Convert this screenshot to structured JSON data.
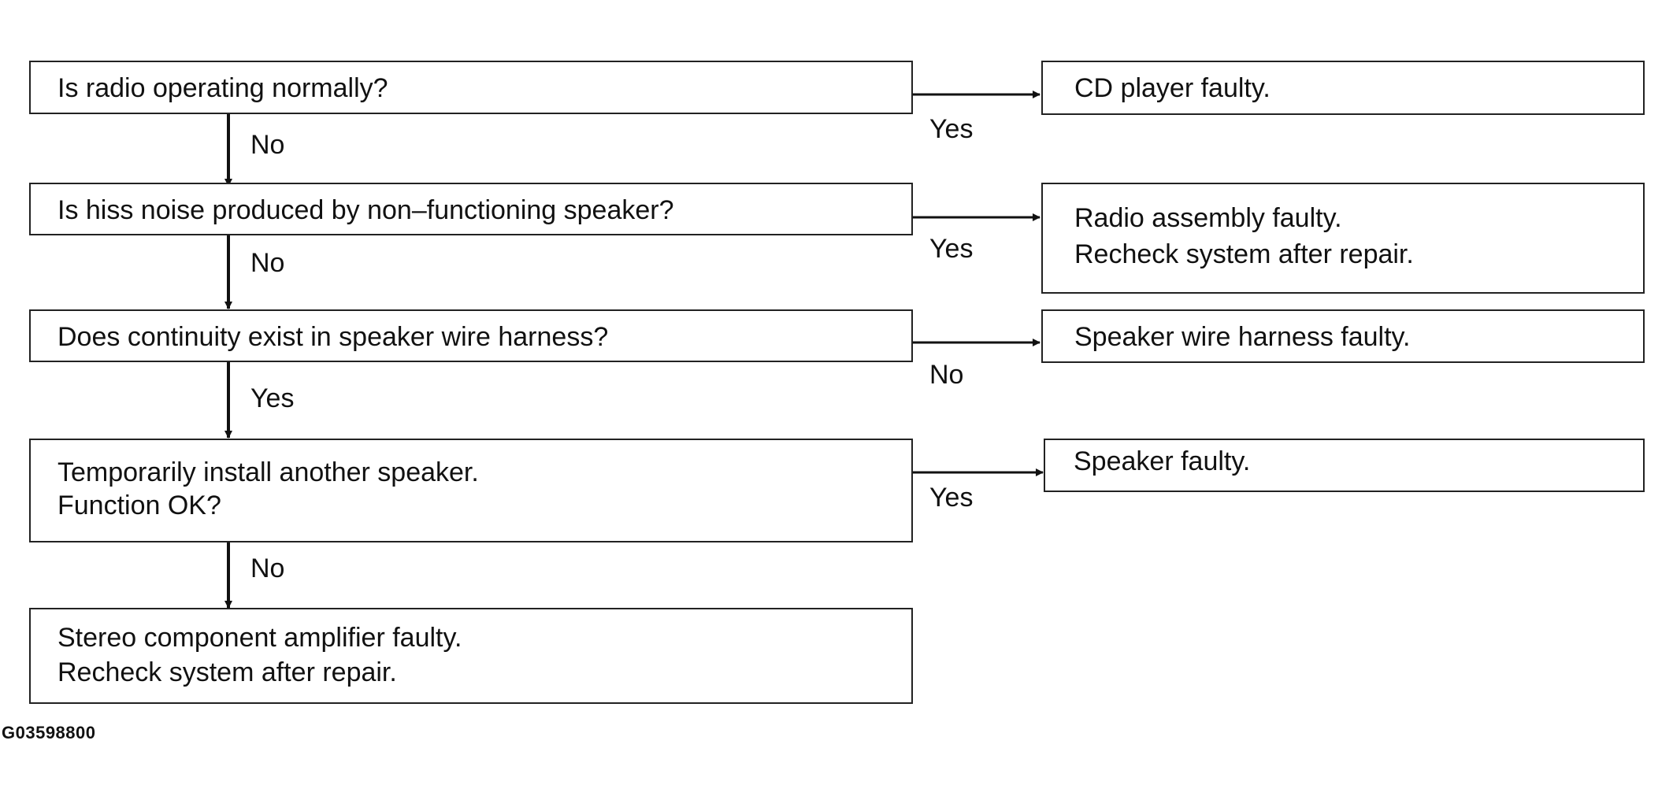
{
  "diagram_data": {
    "questions": [
      {
        "lines": [
          "Is radio operating normally?"
        ]
      },
      {
        "lines": [
          "Is hiss noise produced by non–functioning speaker?"
        ]
      },
      {
        "lines": [
          "Does continuity exist in speaker wire harness?"
        ]
      },
      {
        "lines": [
          "Temporarily install another speaker.",
          "Function OK?"
        ]
      }
    ],
    "final_result": {
      "lines": [
        "Stereo component amplifier faulty.",
        "Recheck system after repair."
      ]
    },
    "results": [
      {
        "lines": [
          "CD player faulty."
        ]
      },
      {
        "lines": [
          "Radio assembly faulty.",
          "Recheck system after repair."
        ]
      },
      {
        "lines": [
          "Speaker wire harness faulty."
        ]
      },
      {
        "lines": [
          "Speaker faulty."
        ]
      }
    ],
    "side_branch_labels": [
      "Yes",
      "Yes",
      "No",
      "Yes"
    ],
    "down_branch_labels": [
      "No",
      "No",
      "Yes",
      "No"
    ],
    "figure_code": "G03598800"
  }
}
